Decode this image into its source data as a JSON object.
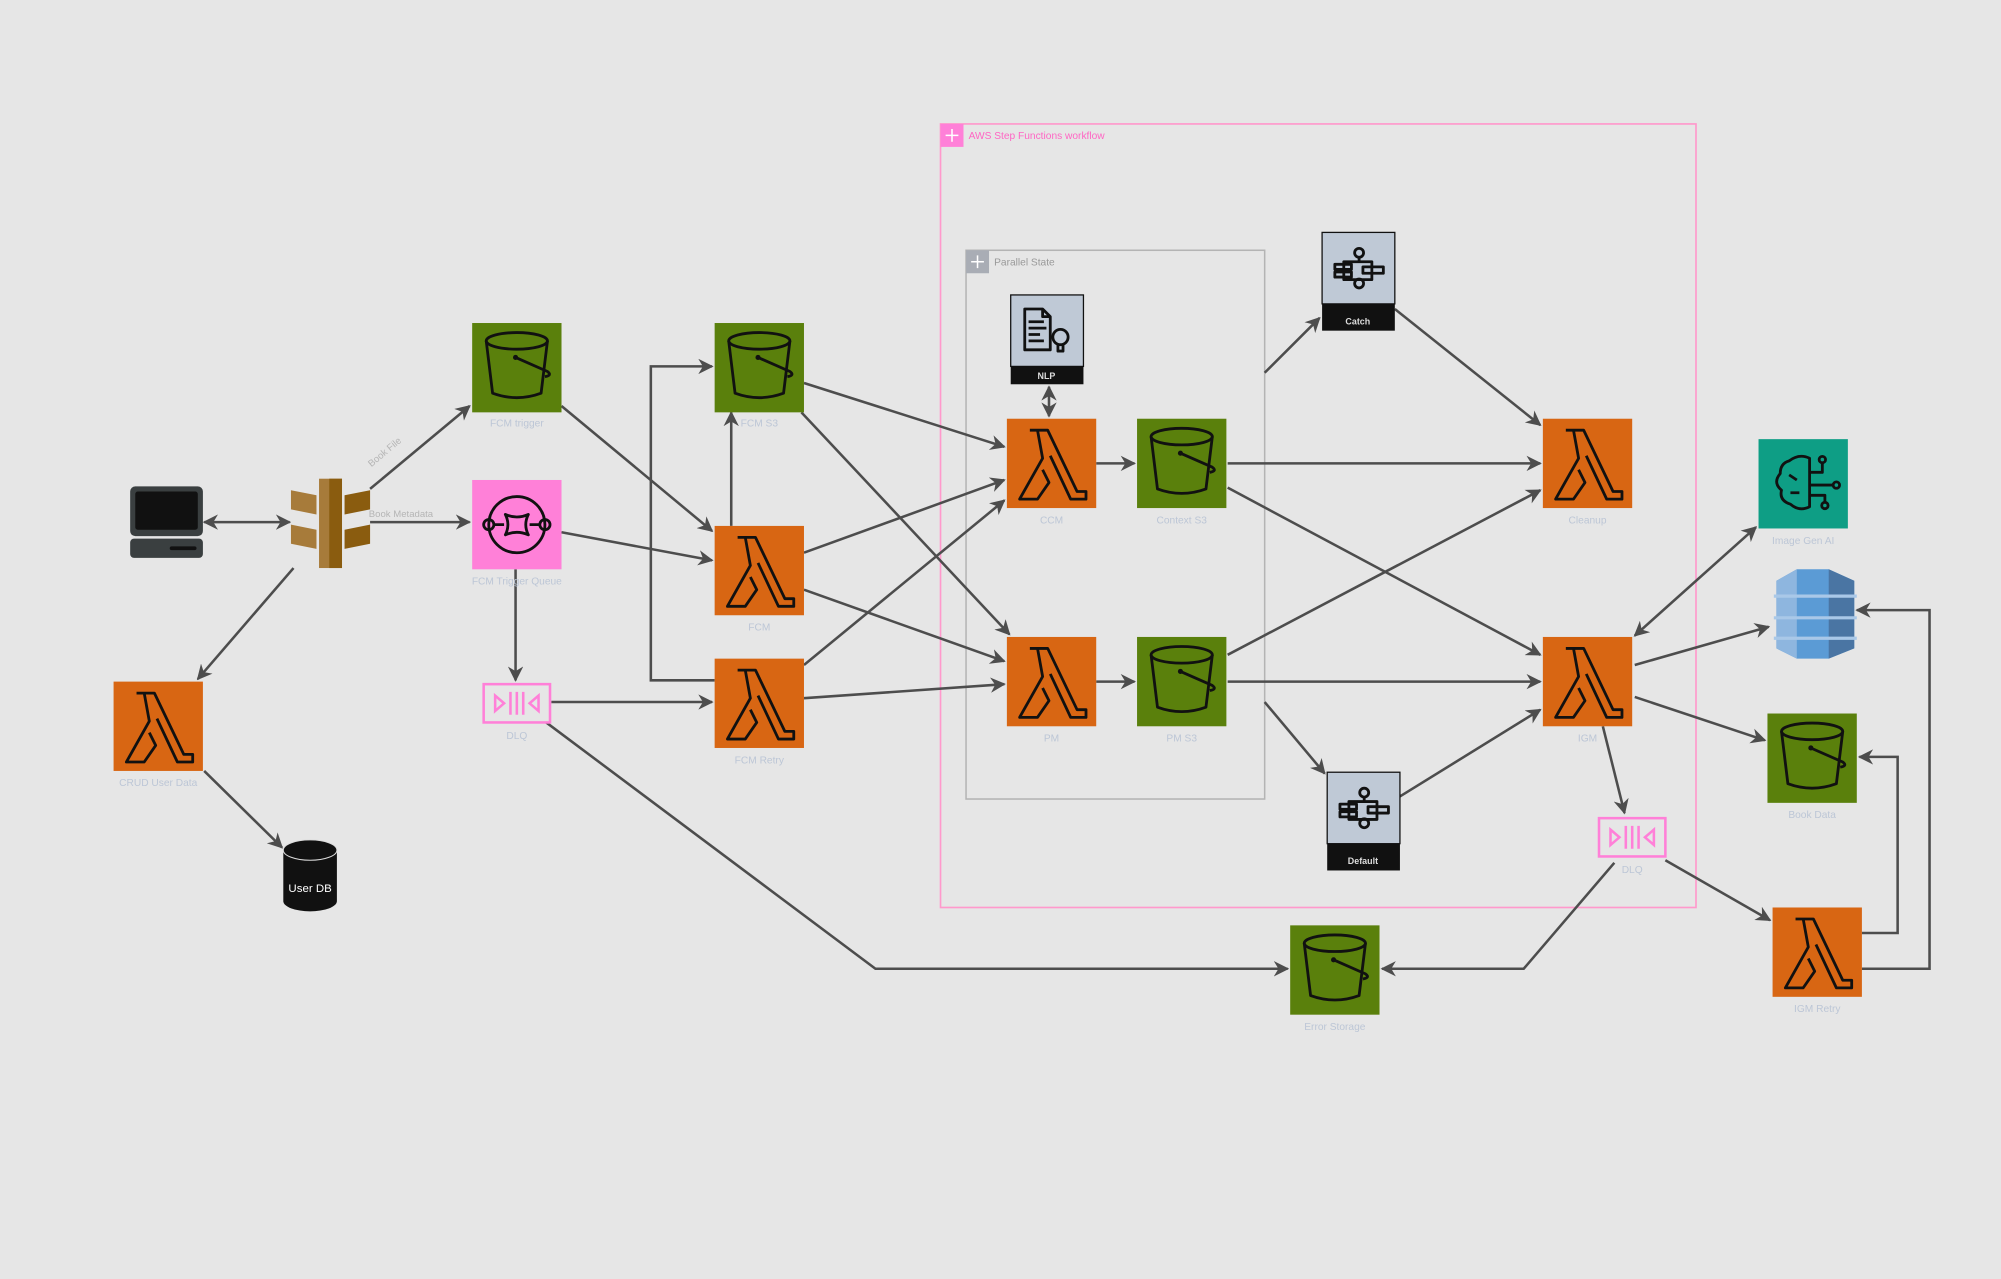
{
  "containers": {
    "step_functions": "AWS Step Functions workflow",
    "parallel_state": "Parallel State"
  },
  "nodes": {
    "fcm_trigger": "FCM trigger",
    "fcm_trigger_queue": "FCM Trigger Queue",
    "dlq1": "DLQ",
    "crud_user_data": "CRUD User Data",
    "user_db": "User DB",
    "fcm_s3": "FCM S3",
    "fcm": "FCM",
    "fcm_retry": "FCM Retry",
    "nlp": "NLP",
    "ccm": "CCM",
    "context_s3": "Context S3",
    "pm": "PM",
    "pm_s3": "PM S3",
    "catch": "Catch",
    "default": "Default",
    "cleanup": "Cleanup",
    "igm": "IGM",
    "dlq2": "DLQ",
    "image_gen_ai": "Image Gen AI",
    "book_data": "Book Data",
    "igm_retry": "IGM Retry",
    "error_storage": "Error Storage"
  },
  "edge_labels": {
    "book_file": "Book File",
    "book_metadata": "Book Metadata"
  },
  "colors": {
    "background": "#e6e6e6",
    "lambda": "#d86613",
    "s3": "#5a800c",
    "sqs": "#ff80d8",
    "step_functions": "#ff99cc",
    "bedrock": "#0e9e85",
    "edge": "#4d4d4d"
  }
}
